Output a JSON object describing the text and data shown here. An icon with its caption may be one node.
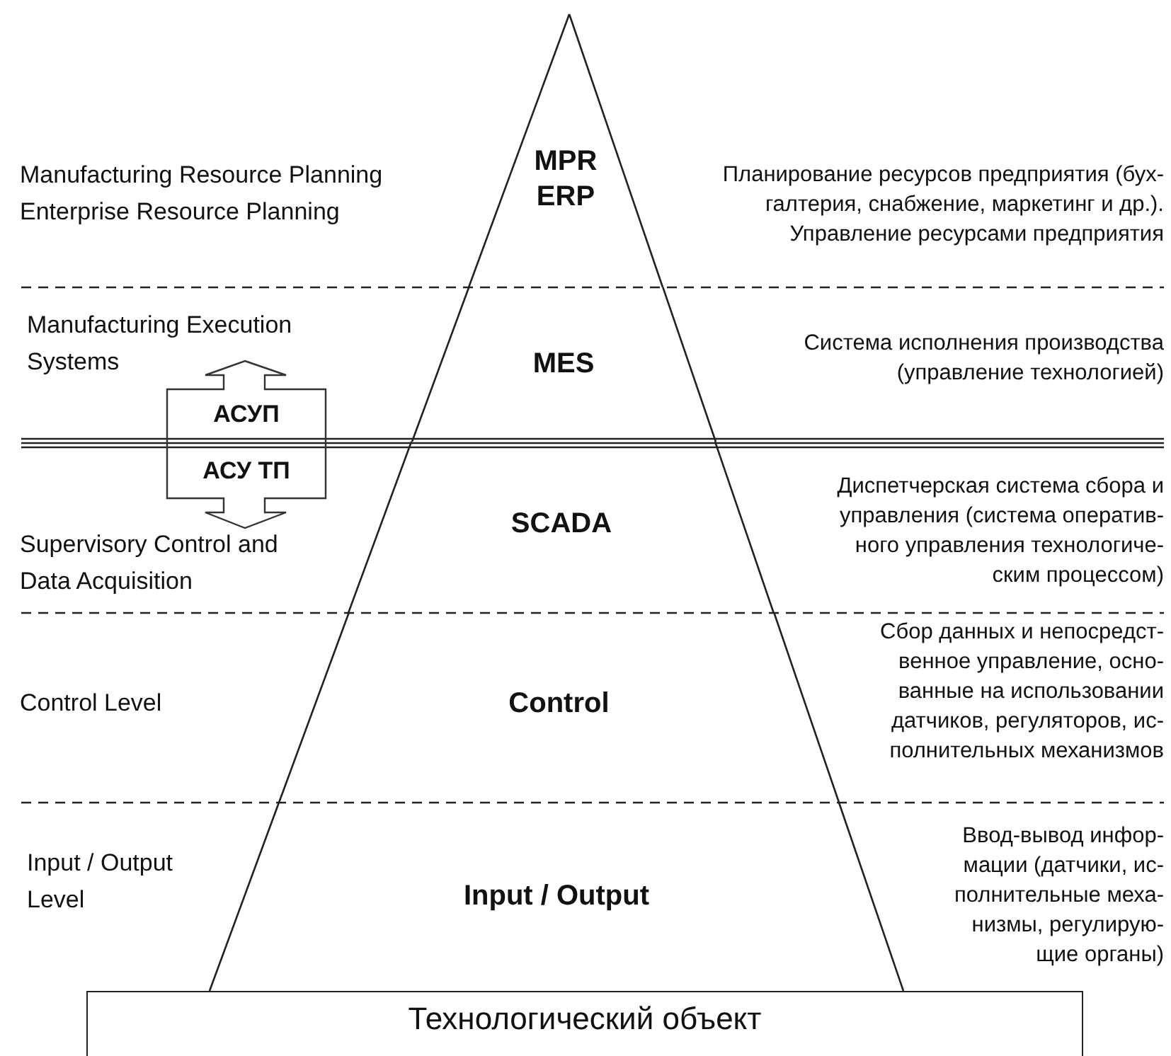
{
  "diagram": {
    "nodes": [
      {
        "text": [
          "MPR",
          "ERP"
        ]
      },
      {
        "text": [
          "MES"
        ]
      },
      {
        "text": [
          "SCADA"
        ]
      },
      {
        "text": [
          "Control"
        ]
      },
      {
        "text": [
          "Input / Output"
        ]
      },
      {
        "text": [
          "АСУП",
          "АСУ ТП"
        ]
      },
      {
        "text": [
          "Технологический объект"
        ]
      }
    ],
    "edges": [],
    "labels": [
      "Manufacturing Resource Planning",
      "Enterprise Resource Planning",
      "Планирование ресурсов предприятия (бух- галтерия, снабжение, маркетинг и др.). Управление ресурсами предприятия",
      "Manufacturing Execution Systems",
      "Система исполнения производства (управление технологией)",
      "Диспетчерская система сбора и управления (система оператив- ного управления технологиче- ским процессом)",
      "Supervisory Control and Data Acquisition",
      "Control Level",
      "Сбор данных и непосредст- венное управление, осно- ванные на использовании датчиков, регуляторов, ис- полнительных механизмов",
      "Input / Output Level",
      "Ввод-вывод инфор- мации (датчики, ис- полнительные меха- низмы, регулирую- щие органы)"
    ]
  }
}
